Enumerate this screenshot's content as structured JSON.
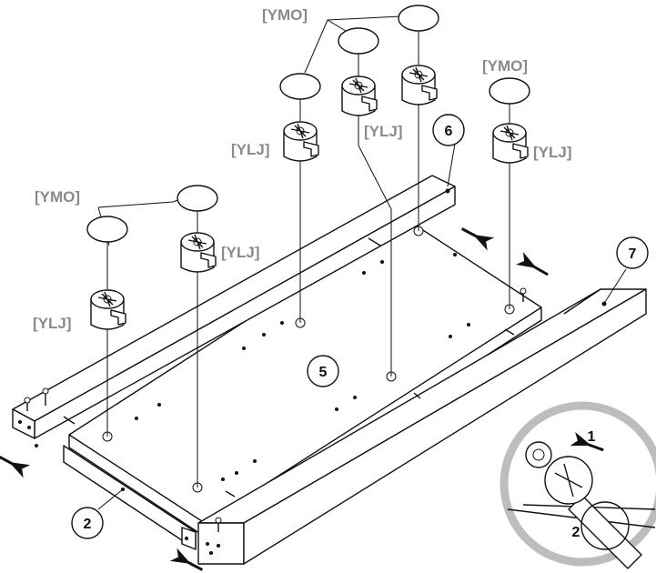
{
  "labels": {
    "ymo": "[YMO]",
    "ylj": "[YLJ]"
  },
  "parts": {
    "p2": "2",
    "p5": "5",
    "p6": "6",
    "p7": "7"
  },
  "detail": {
    "step1": "1",
    "step2": "2"
  },
  "icons": [
    "cam-lock-icon",
    "cap-disc-icon",
    "push-arrow-icon",
    "screwdriver-icon"
  ]
}
